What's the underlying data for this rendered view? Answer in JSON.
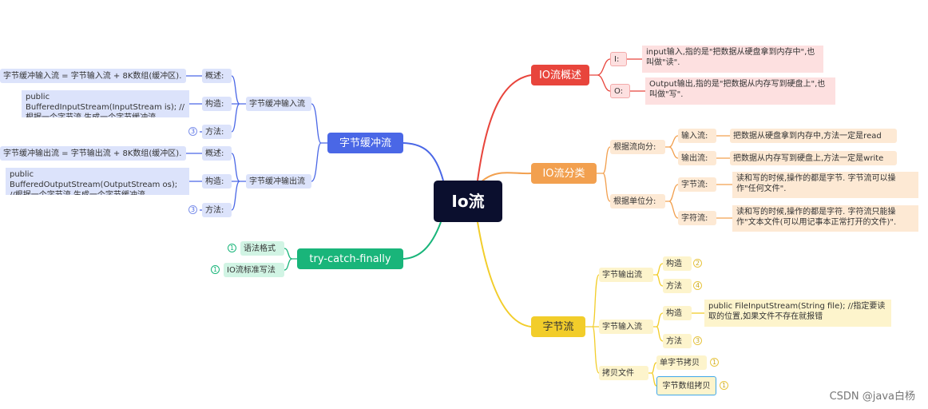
{
  "root": "Io流",
  "overview": {
    "title": "IO流概述",
    "i_label": "I:",
    "i_text": "input输入,指的是\"把数据从硬盘拿到内存中\",也叫做\"读\".",
    "o_label": "O:",
    "o_text": "Output输出,指的是\"把数据从内存写到硬盘上\",也叫做\"写\"."
  },
  "classify": {
    "title": "IO流分类",
    "by_direction": "根据流向分:",
    "input": "输入流:",
    "input_text": "把数据从硬盘拿到内存中,方法一定是read",
    "output": "输出流:",
    "output_text": "把数据从内存写到硬盘上,方法一定是write",
    "by_unit": "根据单位分:",
    "byte": "字节流:",
    "byte_text": "读和写的时候,操作的都是字节. 字节流可以操作\"任何文件\".",
    "char": "字符流:",
    "char_text": "读和写的时候,操作的都是字符. 字符流只能操作\"文本文件(可以用记事本正常打开的文件)\"."
  },
  "bytestream": {
    "title": "字节流",
    "out": "字节输出流",
    "out_construct": "构造",
    "out_construct_count": "2",
    "out_method": "方法",
    "out_method_count": "4",
    "in": "字节输入流",
    "in_construct": "构造",
    "in_construct_text": "public FileInputStream(String file);  //指定要读取的位置,如果文件不存在就报错",
    "in_method": "方法",
    "in_method_count": "3",
    "copy": "拷贝文件",
    "copy_single": "单字节拷贝",
    "copy_single_count": "1",
    "copy_array": "字节数组拷贝",
    "copy_array_count": "1"
  },
  "buffer": {
    "title": "字节缓冲流",
    "in": "字节缓冲输入流",
    "in_overview_label": "概述:",
    "in_overview_text": "字节缓冲输入流 = 字节输入流 + 8K数组(缓冲区).",
    "in_construct_label": "构造:",
    "in_construct_text": "public BufferedInputStream(InputStream is);  //根据一个字节流,生成一个字节缓冲流",
    "in_method_label": "方法:",
    "in_method_count": "3",
    "out": "字节缓冲输出流",
    "out_overview_label": "概述:",
    "out_overview_text": "字节缓冲输出流 = 字节输出流 + 8K数组(缓冲区).",
    "out_construct_label": "构造:",
    "out_construct_text": "public BufferedOutputStream(OutputStream os);  //根据一个字节流,生成一个字节缓冲流",
    "out_method_label": "方法:",
    "out_method_count": "3"
  },
  "trycatch": {
    "title": "try-catch-finally",
    "syntax": "语法格式",
    "syntax_count": "1",
    "standard": "IO流标准写法",
    "standard_count": "1"
  },
  "watermark": "CSDN @java白杨",
  "colors": {
    "root": "#0b0f2e",
    "overview": "#e8453c",
    "classify": "#f2a04f",
    "bytestream": "#f2cd2a",
    "buffer": "#4a67e6",
    "trycatch": "#19b57a"
  }
}
